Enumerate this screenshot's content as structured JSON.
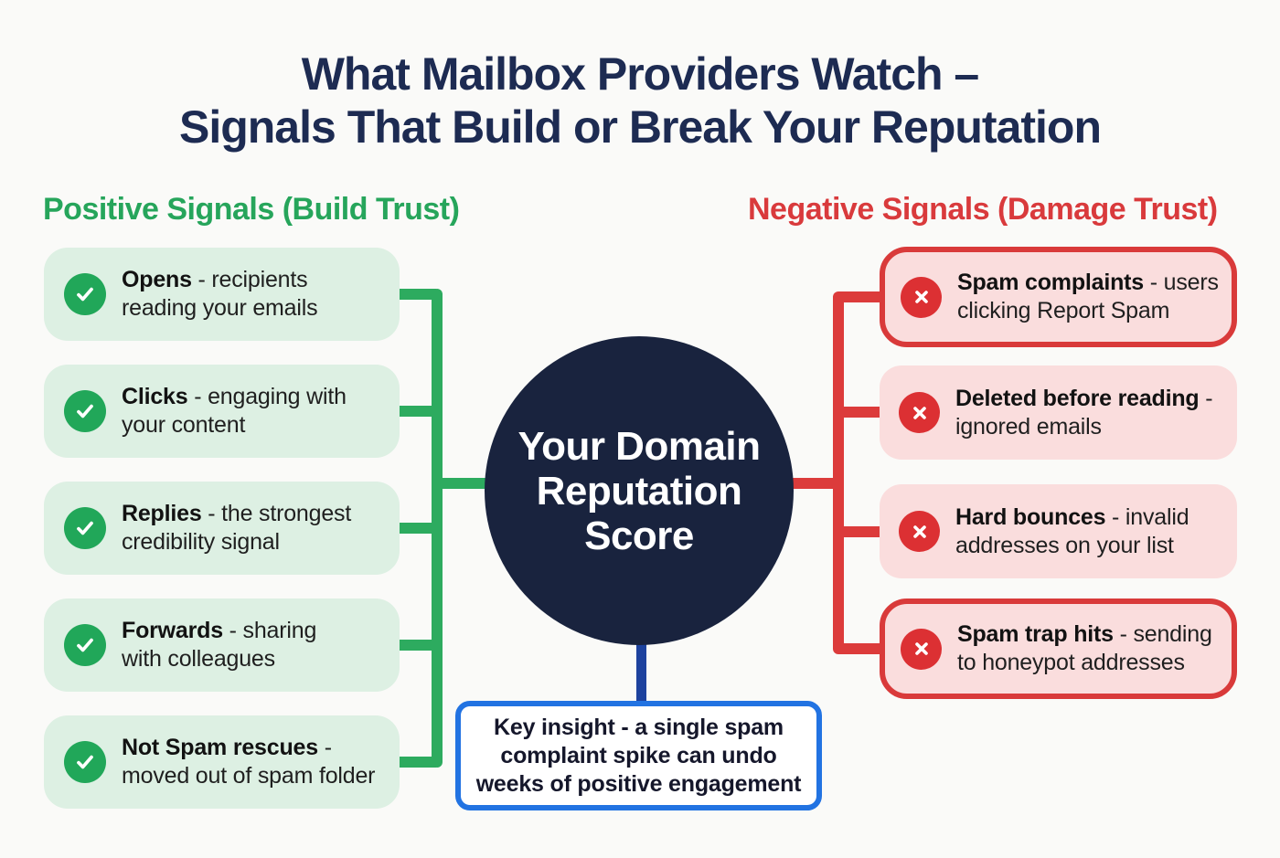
{
  "title": {
    "line1": "What Mailbox Providers Watch –",
    "line2": "Signals That Build or Break Your Reputation"
  },
  "positive": {
    "heading": "Positive Signals (Build Trust)",
    "items": [
      {
        "term": "Opens",
        "desc": " - recipients reading your emails"
      },
      {
        "term": "Clicks",
        "desc": " - engaging with your content"
      },
      {
        "term": "Replies",
        "desc": " - the strongest credibility signal"
      },
      {
        "term": "Forwards",
        "desc": " - sharing with colleagues"
      },
      {
        "term": "Not Spam rescues",
        "desc": " - moved out of spam folder"
      }
    ]
  },
  "negative": {
    "heading": "Negative Signals (Damage Trust)",
    "items": [
      {
        "term": "Spam complaints",
        "desc": " - users clicking Report Spam"
      },
      {
        "term": "Deleted before reading",
        "desc": " - ignored emails"
      },
      {
        "term": "Hard bounces",
        "desc": " - invalid addresses on your list"
      },
      {
        "term": "Spam trap hits",
        "desc": " - sending to honeypot addresses"
      }
    ]
  },
  "center": {
    "label": "Your Domain Reputation Score",
    "lines": [
      "Your Domain",
      "Reputation",
      "Score"
    ]
  },
  "insight": {
    "text": "Key insight - a single spam complaint spike can undo weeks of positive engagement"
  },
  "colors": {
    "background": "#fafaf8",
    "title_navy": "#1d2b52",
    "positive_green": "#26a55b",
    "positive_box_fill": "#ddf0e3",
    "positive_icon": "#21a759",
    "connector_green": "#2dab5f",
    "negative_red": "#d93a3c",
    "negative_box_fill": "#fadddd",
    "negative_border": "#d93a3a",
    "negative_icon": "#dc3033",
    "connector_red": "#dc3b3b",
    "circle_navy": "#19233e",
    "insight_border_blue": "#2273e2",
    "connector_blue": "#1d429e"
  }
}
